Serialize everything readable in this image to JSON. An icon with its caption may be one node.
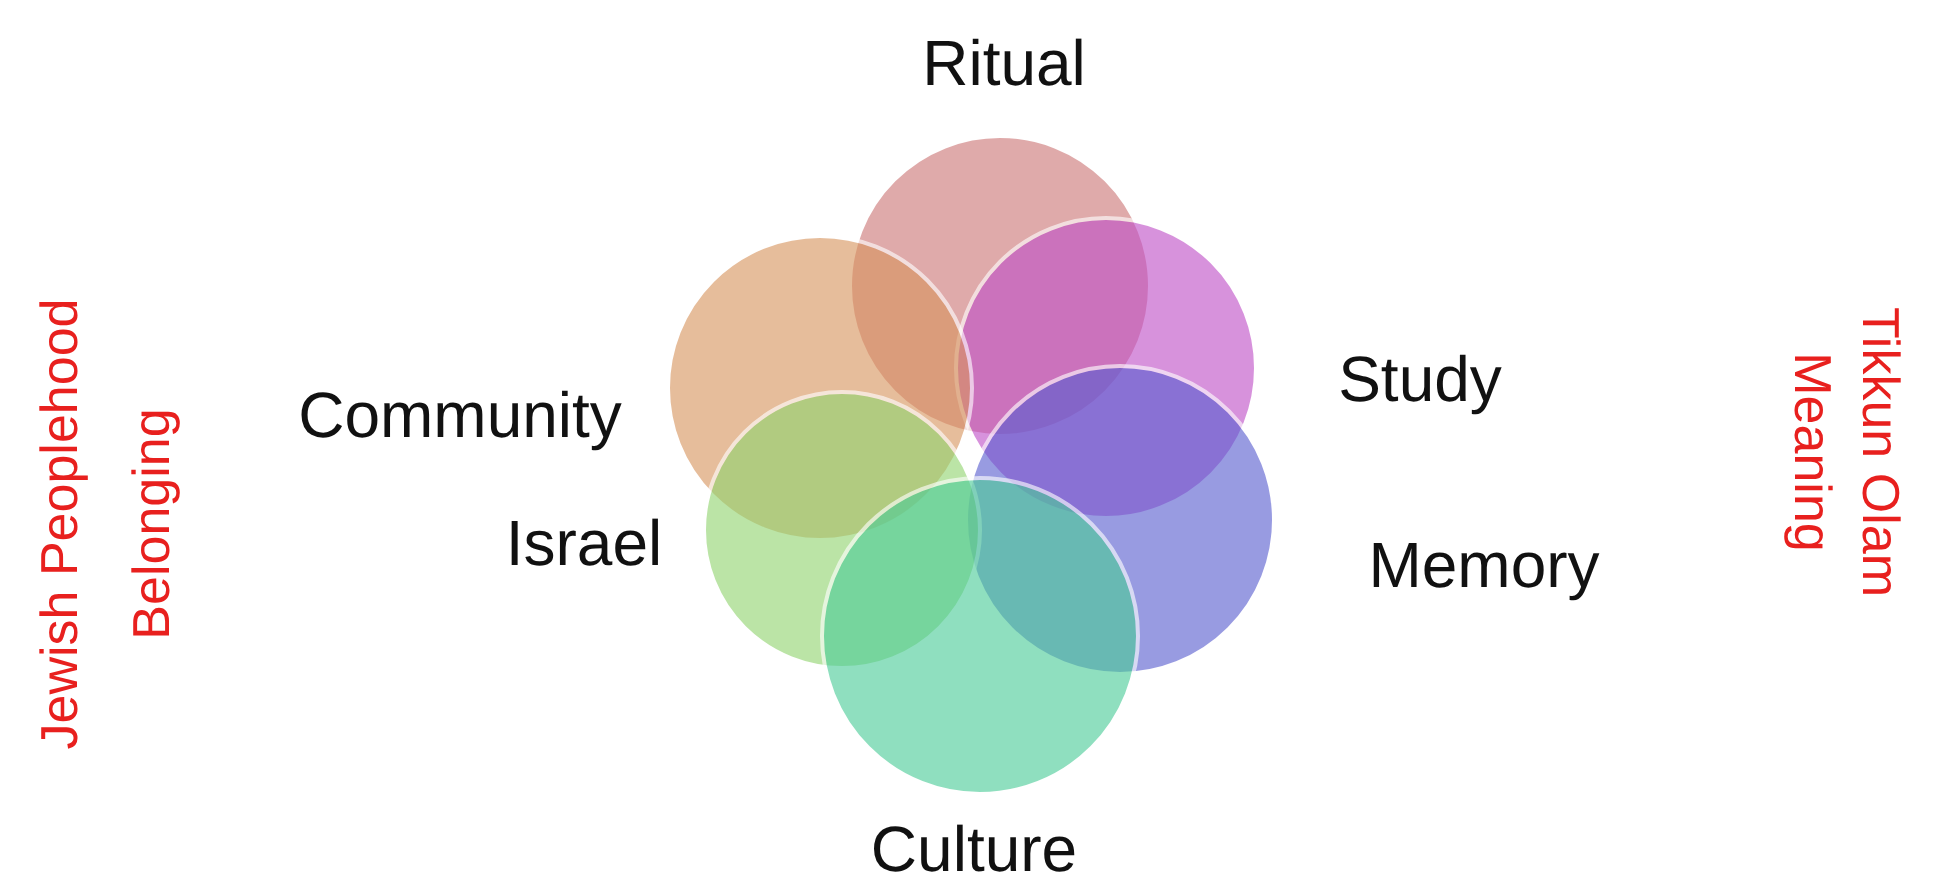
{
  "diagram": {
    "nodes": [
      {
        "text": [],
        "shape": "circle",
        "beside": [
          "Ritual"
        ]
      },
      {
        "text": [],
        "shape": "circle",
        "beside": [
          "Study"
        ]
      },
      {
        "text": [],
        "shape": "circle",
        "beside": [
          "Community"
        ]
      },
      {
        "text": [],
        "shape": "circle",
        "beside": [
          "Memory"
        ]
      },
      {
        "text": [],
        "shape": "circle",
        "beside": [
          "Israel"
        ]
      },
      {
        "text": [],
        "shape": "circle",
        "beside": [
          "Culture"
        ]
      }
    ],
    "edges": [],
    "labels": [
      "Jewish Peoplehood",
      "Belonging",
      "Tikkun Olam",
      "Meaning"
    ]
  }
}
